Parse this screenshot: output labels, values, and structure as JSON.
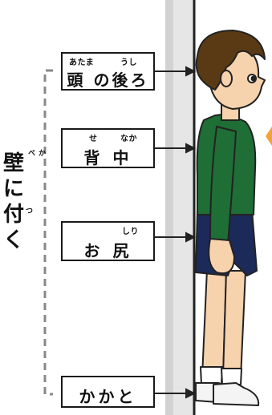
{
  "labels": {
    "head": {
      "ruby1": "あたま",
      "ruby2": "うし",
      "text": "頭 の後ろ"
    },
    "back": {
      "ruby1": "せ",
      "ruby2": "なか",
      "text": "背中"
    },
    "butt": {
      "ruby1": "しり",
      "text": "お尻"
    },
    "heel": {
      "text": "かかと"
    }
  },
  "side": {
    "chars": [
      "壁",
      "に",
      "付",
      "く"
    ],
    "ruby_kabe": "かべ",
    "ruby_tsu": "つ"
  },
  "colors": {
    "shirt": "#1e6e36",
    "shorts": "#1c2a5a",
    "hair": "#5a3a14",
    "skin": "#f6d2ad",
    "wall": "#e6e6e6",
    "accent": "#f2a23a"
  }
}
